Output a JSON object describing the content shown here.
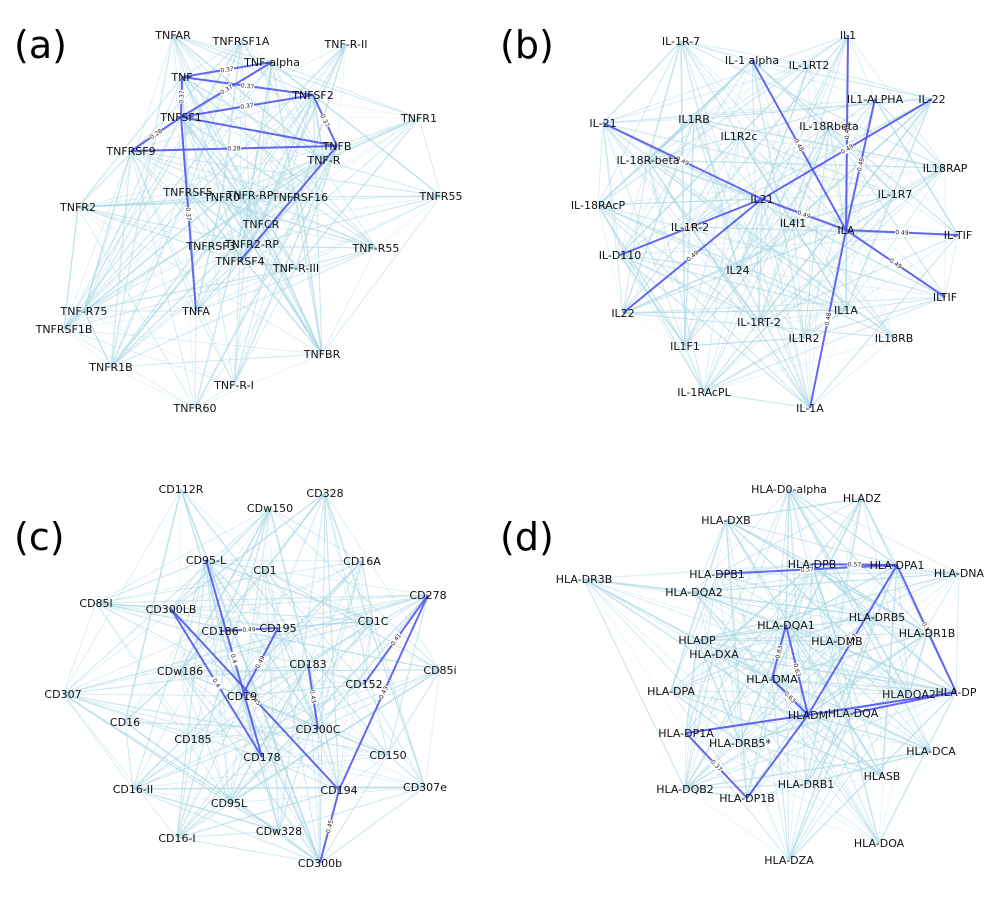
{
  "colors": {
    "background": "#ffffff",
    "light_edge": "#add8e6",
    "strong_edge": "#4d4df0",
    "label": "#111111"
  },
  "panels": [
    {
      "letter": "(a)",
      "nodes": [
        "TNFAR",
        "TNFRSF1A",
        "TNF-alpha",
        "TNF-R-II",
        "TNF",
        "TNFSF2",
        "TNFSF1",
        "TNFR1",
        "TNFRSF9",
        "TNFB",
        "TNF-R",
        "TNFRSF5",
        "TNFR-RP",
        "TNFR0",
        "TNFRSF16",
        "TNFR55",
        "TNFR2",
        "TNFCR",
        "TNFRSF3",
        "TNFR2-RP",
        "TNF-R55",
        "TNFRSF4",
        "TNF-R-III",
        "TNF-R75",
        "TNFA",
        "TNFRSF1B",
        "TNFBR",
        "TNFR1B",
        "TNF-R-I",
        "TNFR60"
      ],
      "strong_edges": [
        {
          "from": "TNF",
          "to": "TNF-alpha",
          "label": "0.37"
        },
        {
          "from": "TNF",
          "to": "TNFSF2",
          "label": "0.37"
        },
        {
          "from": "TNF-alpha",
          "to": "TNFSF1",
          "label": "0.37"
        },
        {
          "from": "TNFSF1",
          "to": "TNFSF2",
          "label": "0.37"
        },
        {
          "from": "TNFSF2",
          "to": "TNFB",
          "label": "0.37"
        },
        {
          "from": "TNFSF1",
          "to": "TNFB",
          "label": ""
        },
        {
          "from": "TNF",
          "to": "TNFSF1",
          "label": "0.37"
        },
        {
          "from": "TNFSF1",
          "to": "TNFRSF9",
          "label": "0.28"
        },
        {
          "from": "TNFRSF9",
          "to": "TNFB",
          "label": "0.28"
        },
        {
          "from": "TNFSF1",
          "to": "TNFA",
          "label": "0.37"
        },
        {
          "from": "TNFB",
          "to": "TNFRSF4",
          "label": ""
        }
      ]
    },
    {
      "letter": "(b)",
      "nodes": [
        "IL-1R-7",
        "IL1",
        "IL-1 alpha",
        "IL-1RT2",
        "IL1-ALPHA",
        "IL-22",
        "IL-21",
        "IL1RB",
        "IL-18Rbeta",
        "IL1R2c",
        "IL-18R-beta",
        "IL18RAP",
        "IL-1R7",
        "IL-18RAcP",
        "IL21",
        "IL4I1",
        "ILA",
        "IL-TIF",
        "IL-1R-2",
        "IL-D110",
        "IL24",
        "ILTIF",
        "IL22",
        "IL1A",
        "IL-1RT-2",
        "IL1F1",
        "IL1R2",
        "IL18RB",
        "IL-1RAcPL",
        "IL-1A"
      ],
      "strong_edges": [
        {
          "from": "IL-21",
          "to": "IL21",
          "label": "0.49"
        },
        {
          "from": "IL21",
          "to": "ILA",
          "label": "0.49"
        },
        {
          "from": "IL21",
          "to": "IL-22",
          "label": "0.49"
        },
        {
          "from": "IL21",
          "to": "IL-D110",
          "label": "0.49"
        },
        {
          "from": "IL21",
          "to": "IL22",
          "label": "0.49"
        },
        {
          "from": "IL-1 alpha",
          "to": "ILA",
          "label": "0.48"
        },
        {
          "from": "IL1",
          "to": "ILA",
          "label": "0.48"
        },
        {
          "from": "IL1-ALPHA",
          "to": "ILA",
          "label": "0.48"
        },
        {
          "from": "ILA",
          "to": "IL-TIF",
          "label": "0.49"
        },
        {
          "from": "ILA",
          "to": "ILTIF",
          "label": "0.49"
        },
        {
          "from": "ILA",
          "to": "IL-1A",
          "label": "0.48"
        }
      ]
    },
    {
      "letter": "(c)",
      "nodes": [
        "CD112R",
        "CD328",
        "CDw150",
        "CD95-L",
        "CD1",
        "CD16A",
        "CD85l",
        "CD300LB",
        "CD278",
        "CD186",
        "CD195",
        "CD1C",
        "CDw186",
        "CD183",
        "CD85i",
        "CD307",
        "CD19",
        "CD152",
        "CD16",
        "CD300C",
        "CD185",
        "CD150",
        "CD178",
        "CD307e",
        "CD16-II",
        "CD194",
        "CD95L",
        "CDw328",
        "CD16-I",
        "CD300b"
      ],
      "strong_edges": [
        {
          "from": "CD95-L",
          "to": "CD178",
          "label": "0.4"
        },
        {
          "from": "CD300LB",
          "to": "CD178",
          "label": "0.4"
        },
        {
          "from": "CD186",
          "to": "CD195",
          "label": "0.49"
        },
        {
          "from": "CD19",
          "to": "CD195",
          "label": "0.49"
        },
        {
          "from": "CD300LB",
          "to": "CD194",
          "label": "0.45"
        },
        {
          "from": "CD183",
          "to": "CD300C",
          "label": "0.43"
        },
        {
          "from": "CD278",
          "to": "CD152",
          "label": "0.41"
        },
        {
          "from": "CD278",
          "to": "CD194",
          "label": "0.43"
        },
        {
          "from": "CD194",
          "to": "CD300b",
          "label": "0.45"
        }
      ]
    },
    {
      "letter": "(d)",
      "nodes": [
        "HLA-D0-alpha",
        "HLADZ",
        "HLA-DXB",
        "HLA-DPB",
        "HLA-DPA1",
        "HLA-DR3B",
        "HLA-DPB1",
        "HLA-DNA",
        "HLA-DQA2",
        "HLA-DRB5",
        "HLA-DQA1",
        "HLA-DR1B",
        "HLADP",
        "HLA-DMB",
        "HLA-DXA",
        "HLA-DMA",
        "HLADQA2",
        "HLA-DPA",
        "HLA-DP",
        "HLADM",
        "HLA-DQA",
        "HLA-DP1A",
        "HLA-DRB5*",
        "HLA-DCA",
        "HLASB",
        "HLA-DQB2",
        "HLA-DRB1",
        "HLA-DP1B",
        "HLA-DZA",
        "HLA-DOA"
      ],
      "strong_edges": [
        {
          "from": "HLA-DPB",
          "to": "HLA-DPA1",
          "label": "0.57"
        },
        {
          "from": "HLA-DPB1",
          "to": "HLA-DPA1",
          "label": "0.57"
        },
        {
          "from": "HLA-DPA1",
          "to": "HLA-DP",
          "label": "0.57"
        },
        {
          "from": "HLA-DQA1",
          "to": "HLADM",
          "label": "0.63"
        },
        {
          "from": "HLA-DMA",
          "to": "HLA-DQA1",
          "label": "0.63"
        },
        {
          "from": "HLA-DPA1",
          "to": "HLADM",
          "label": "0.57"
        },
        {
          "from": "HLA-DMA",
          "to": "HLADM",
          "label": "0.63"
        },
        {
          "from": "HLADM",
          "to": "HLA-DP",
          "label": ""
        },
        {
          "from": "HLA-DQA",
          "to": "HLA-DP",
          "label": ""
        },
        {
          "from": "HLADM",
          "to": "HLA-DP1A",
          "label": ""
        },
        {
          "from": "HLADM",
          "to": "HLA-DP1B",
          "label": ""
        },
        {
          "from": "HLA-DP1A",
          "to": "HLA-DP1B",
          "label": "0.37"
        }
      ]
    }
  ]
}
